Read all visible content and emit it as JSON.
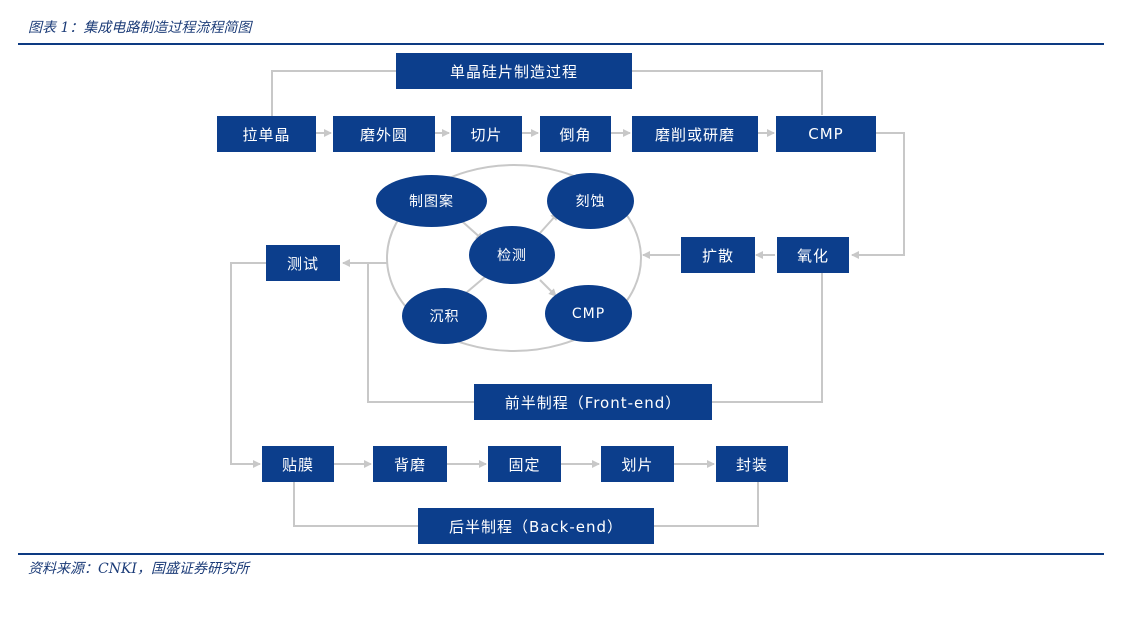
{
  "caption_top": "图表 1：集成电路制造过程流程简图",
  "caption_bottom": "资料来源：CNKI，国盛证券研究所",
  "wafer_stage": {
    "title": "单晶硅片制造过程",
    "steps": [
      "拉单晶",
      "磨外圆",
      "切片",
      "倒角",
      "磨削或研磨",
      "CMP"
    ]
  },
  "front_end": {
    "title": "前半制程（Front-end）",
    "steps": [
      "氧化",
      "扩散",
      "测试"
    ],
    "cycle": [
      "制图案",
      "刻蚀",
      "检测",
      "沉积",
      "CMP"
    ]
  },
  "back_end": {
    "title": "后半制程（Back-end）",
    "steps": [
      "贴膜",
      "背磨",
      "固定",
      "划片",
      "封装"
    ]
  },
  "colors": {
    "box": "#0c3e8c",
    "line": "#c8c8c8",
    "rule": "#0d3a82",
    "caption": "#1c3c78"
  }
}
